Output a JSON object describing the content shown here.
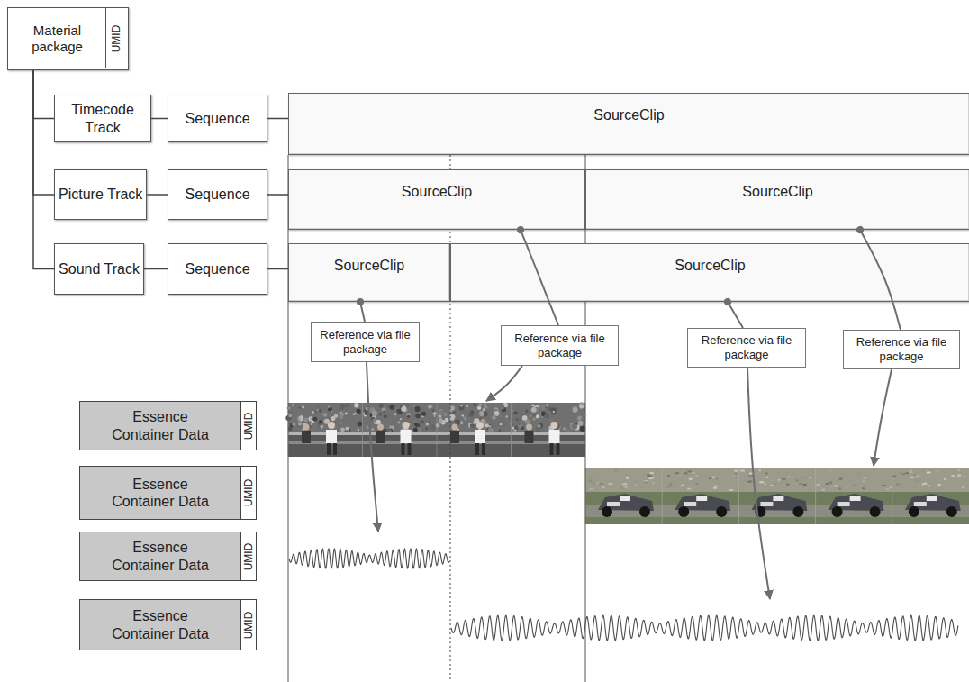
{
  "diagram": {
    "nodes": [
      {
        "text": [
          "Material package"
        ]
      },
      {
        "text": [
          "UMID"
        ],
        "in": 0
      },
      {
        "text": [
          "Timecode Track"
        ]
      },
      {
        "text": [
          "Sequence"
        ]
      },
      {
        "text": [
          "SourceClip"
        ]
      },
      {
        "text": [
          "Picture Track"
        ]
      },
      {
        "text": [
          "Sequence"
        ]
      },
      {
        "text": [
          "SourceClip"
        ]
      },
      {
        "text": [
          "SourceClip"
        ]
      },
      {
        "text": [
          "Sound Track"
        ]
      },
      {
        "text": [
          "Sequence"
        ]
      },
      {
        "text": [
          "SourceClip"
        ]
      },
      {
        "text": [
          "SourceClip"
        ]
      },
      {
        "text": [
          "Reference via file package"
        ]
      },
      {
        "text": [
          "Reference via file package"
        ]
      },
      {
        "text": [
          "Reference via file package"
        ]
      },
      {
        "text": [
          "Reference via file package"
        ]
      },
      {
        "text": [
          "Essence Container Data"
        ]
      },
      {
        "text": [
          "UMID"
        ],
        "in": 17
      },
      {
        "text": [
          "Essence Container Data"
        ]
      },
      {
        "text": [
          "UMID"
        ],
        "in": 19
      },
      {
        "text": [
          "Essence Container Data"
        ]
      },
      {
        "text": [
          "UMID"
        ],
        "in": 21
      },
      {
        "text": [
          "Essence Container Data"
        ]
      },
      {
        "text": [
          "UMID"
        ],
        "in": 23
      }
    ],
    "edges": [
      {
        "from": 0,
        "to": 2,
        "arrow": "none"
      },
      {
        "from": 0,
        "to": 5,
        "arrow": "none"
      },
      {
        "from": 0,
        "to": 9,
        "arrow": "none"
      },
      {
        "from": 2,
        "to": 3,
        "arrow": "none"
      },
      {
        "from": 3,
        "to": 4,
        "arrow": "none"
      },
      {
        "from": 5,
        "to": 6,
        "arrow": "none"
      },
      {
        "from": 6,
        "to": 7,
        "arrow": "none"
      },
      {
        "from": 9,
        "to": 10,
        "arrow": "none"
      },
      {
        "from": 10,
        "to": 11,
        "arrow": "none"
      },
      {
        "from": 11,
        "to": 13,
        "arrow": "none"
      },
      {
        "from": 13,
        "to": 21,
        "arrow": "to"
      },
      {
        "from": 7,
        "to": 14,
        "arrow": "none"
      },
      {
        "from": 14,
        "to": 17,
        "arrow": "to"
      },
      {
        "from": 12,
        "to": 15,
        "arrow": "none"
      },
      {
        "from": 15,
        "to": 23,
        "arrow": "to"
      },
      {
        "from": 8,
        "to": 16,
        "arrow": "none"
      },
      {
        "from": 16,
        "to": 19,
        "arrow": "to"
      }
    ]
  }
}
